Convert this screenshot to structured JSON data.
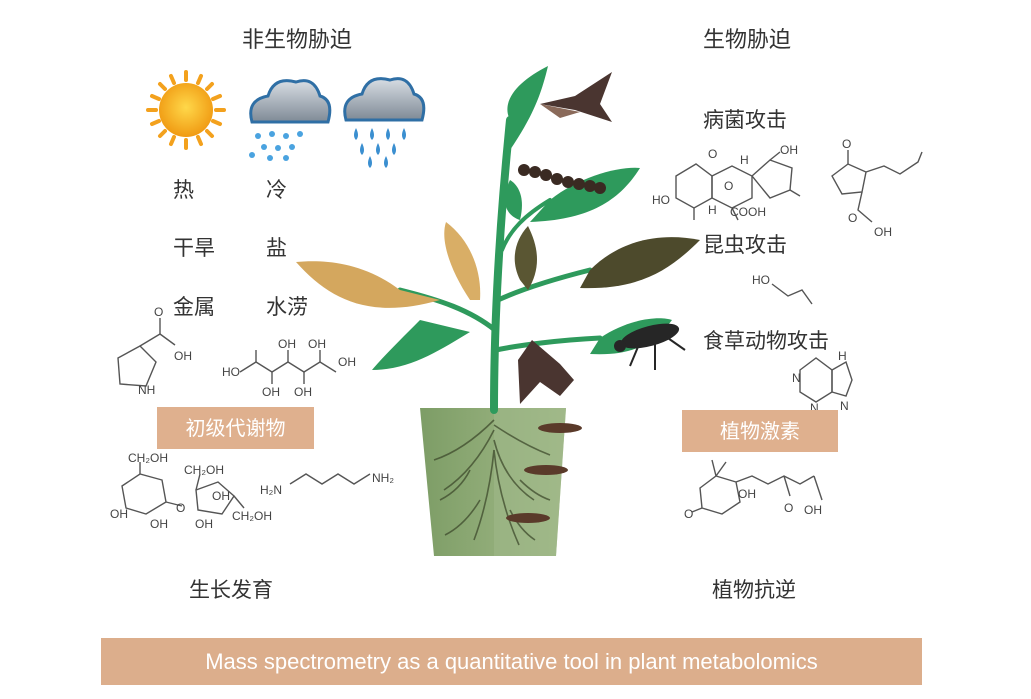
{
  "abiotic": {
    "title": "非生物胁迫",
    "factors": [
      "热",
      "冷",
      "干旱",
      "盐",
      "金属",
      "水涝"
    ]
  },
  "biotic": {
    "title": "生物胁迫",
    "factors": [
      "病菌攻击",
      "昆虫攻击",
      "食草动物攻击"
    ]
  },
  "labels": {
    "primary_metabolites": "初级代谢物",
    "plant_hormones": "植物激素",
    "growth": "生长发育",
    "resistance": "植物抗逆"
  },
  "chem_labels": {
    "oh": "OH",
    "ho": "HO",
    "o": "O",
    "h": "H",
    "n": "N",
    "nh": "NH",
    "h2n": "H₂N",
    "nh2": "NH₂",
    "cooh": "COOH",
    "ch2oh": "CH₂OH"
  },
  "banner": "Mass spectrometry as a quantitative tool in plant metabolomics",
  "colors": {
    "tag_box": "#dfb08e",
    "banner": "#dcae8c",
    "leaf_green": "#2e9a5c",
    "leaf_tan": "#d4a75e",
    "leaf_dark": "#4d4a2c",
    "pot": "#8aa875"
  }
}
